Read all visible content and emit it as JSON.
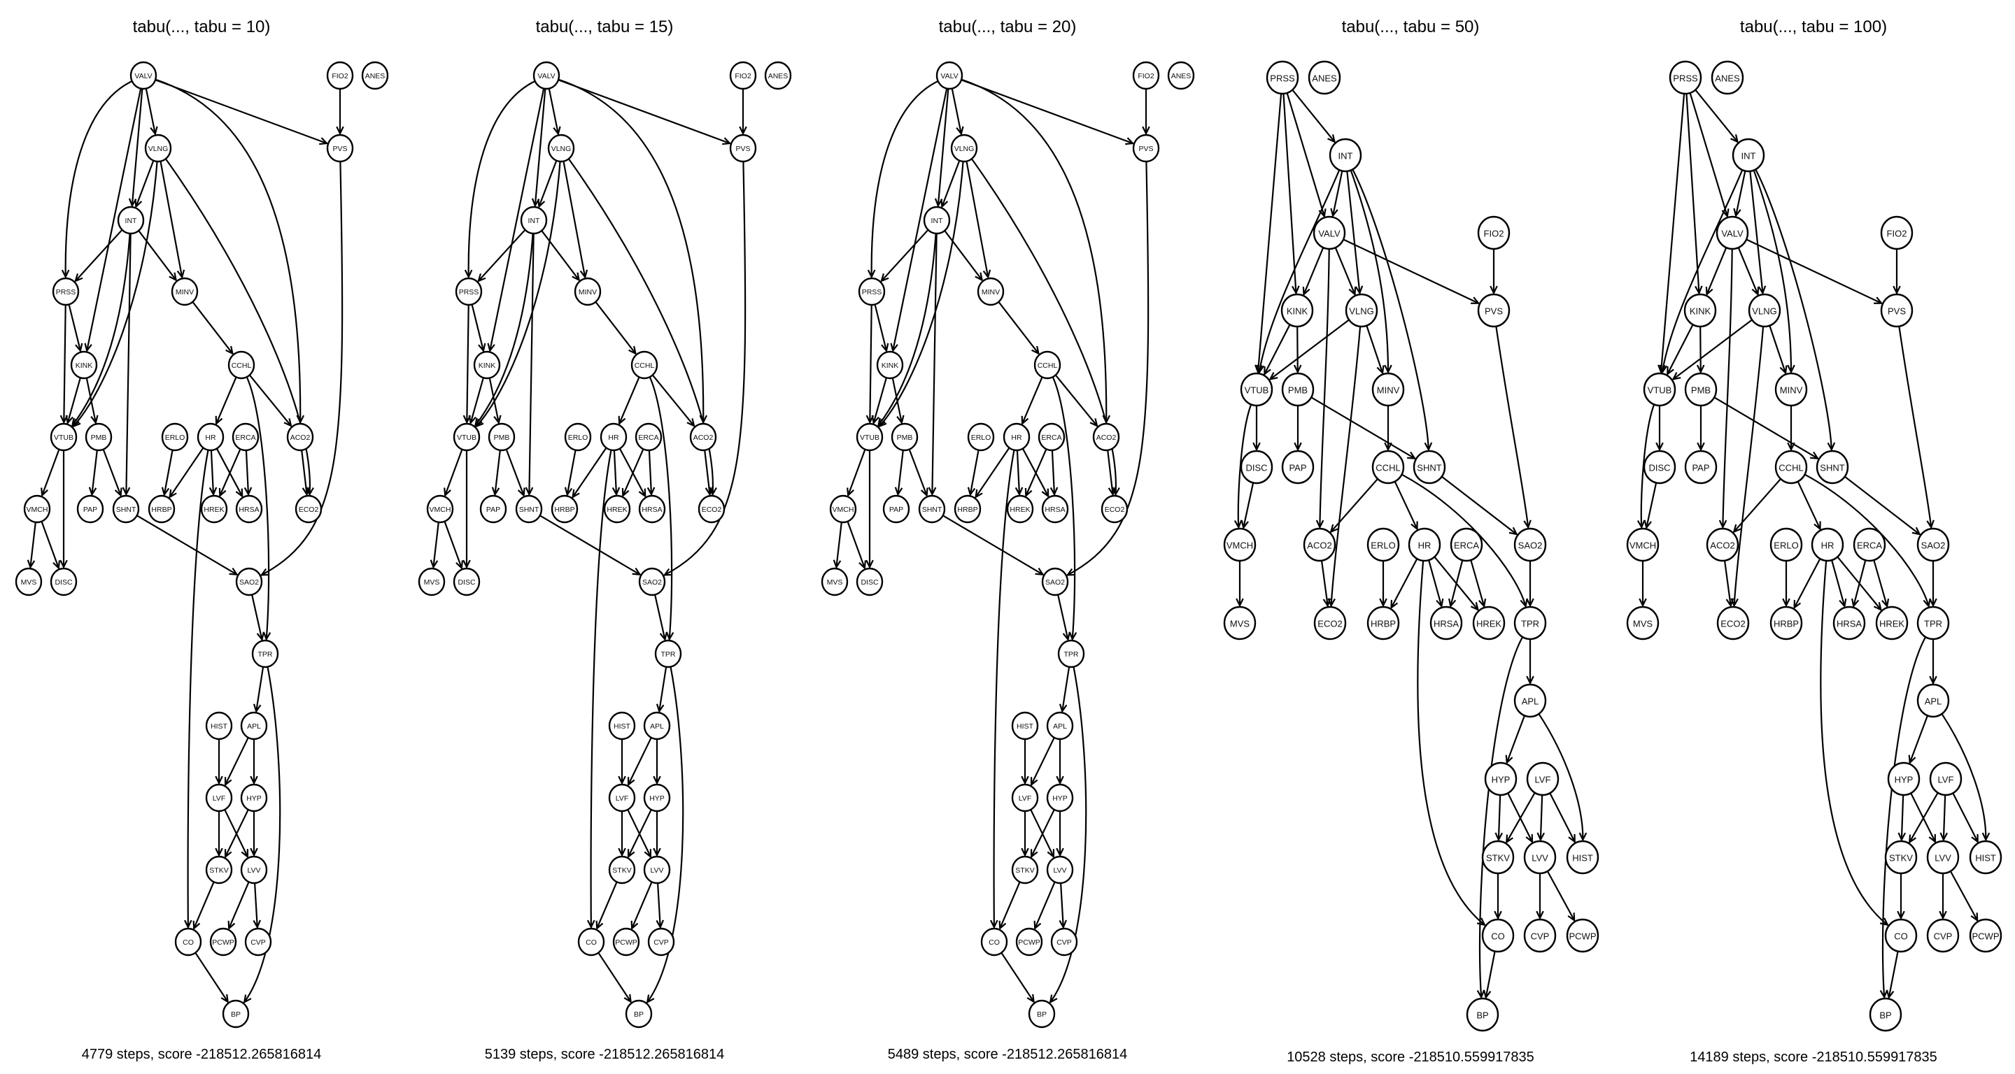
{
  "figure": {
    "description": "Bayesian network structures learned with tabu search for different tabu list lengths",
    "panels": [
      {
        "id": "tabu-10",
        "title": "tabu(..., tabu = 10)",
        "caption": "4779 steps, score -218512.265816814",
        "steps": 4779,
        "score": "-218512.265816814",
        "tabu": 10,
        "structure": "A"
      },
      {
        "id": "tabu-15",
        "title": "tabu(..., tabu = 15)",
        "caption": "5139 steps, score -218512.265816814",
        "steps": 5139,
        "score": "-218512.265816814",
        "tabu": 15,
        "structure": "A"
      },
      {
        "id": "tabu-20",
        "title": "tabu(..., tabu = 20)",
        "caption": "5489 steps, score -218512.265816814",
        "steps": 5489,
        "score": "-218512.265816814",
        "tabu": 20,
        "structure": "A"
      },
      {
        "id": "tabu-50",
        "title": "tabu(..., tabu = 50)",
        "caption": "10528 steps, score -218510.559917835",
        "steps": 10528,
        "score": "-218510.559917835",
        "tabu": 50,
        "structure": "B"
      },
      {
        "id": "tabu-100",
        "title": "tabu(..., tabu = 100)",
        "caption": "14189 steps, score -218510.559917835",
        "steps": 14189,
        "score": "-218510.559917835",
        "tabu": 100,
        "structure": "B"
      }
    ],
    "nodes": [
      "VALV",
      "FIO2",
      "ANES",
      "VLNG",
      "PVS",
      "INT",
      "PRSS",
      "MINV",
      "KINK",
      "CCHL",
      "VTUB",
      "PMB",
      "ERLO",
      "HR",
      "ERCA",
      "ACO2",
      "VMCH",
      "PAP",
      "SHNT",
      "HRBP",
      "HREK",
      "HRSA",
      "ECO2",
      "MVS",
      "DISC",
      "SAO2",
      "TPR",
      "HIST",
      "APL",
      "LVF",
      "HYP",
      "STKV",
      "LVV",
      "CO",
      "PCWP",
      "CVP",
      "BP"
    ],
    "structures": {
      "A": {
        "edges": [
          [
            "VALV",
            "PRSS"
          ],
          [
            "VALV",
            "KINK"
          ],
          [
            "VALV",
            "INT"
          ],
          [
            "VALV",
            "VLNG"
          ],
          [
            "VALV",
            "PVS"
          ],
          [
            "VALV",
            "ACO2"
          ],
          [
            "VLNG",
            "INT"
          ],
          [
            "VLNG",
            "VTUB"
          ],
          [
            "VLNG",
            "MINV"
          ],
          [
            "VLNG",
            "ECO2"
          ],
          [
            "INT",
            "PRSS"
          ],
          [
            "INT",
            "MINV"
          ],
          [
            "INT",
            "VTUB"
          ],
          [
            "INT",
            "SHNT"
          ],
          [
            "PRSS",
            "VTUB"
          ],
          [
            "PRSS",
            "KINK"
          ],
          [
            "KINK",
            "VTUB"
          ],
          [
            "KINK",
            "PMB"
          ],
          [
            "MINV",
            "CCHL"
          ],
          [
            "CCHL",
            "HR"
          ],
          [
            "CCHL",
            "ACO2"
          ],
          [
            "CCHL",
            "TPR"
          ],
          [
            "VTUB",
            "VMCH"
          ],
          [
            "VTUB",
            "DISC"
          ],
          [
            "PMB",
            "PAP"
          ],
          [
            "PMB",
            "SHNT"
          ],
          [
            "ERLO",
            "HRBP"
          ],
          [
            "HR",
            "HRBP"
          ],
          [
            "HR",
            "HREK"
          ],
          [
            "HR",
            "HRSA"
          ],
          [
            "HR",
            "CO"
          ],
          [
            "ERCA",
            "HREK"
          ],
          [
            "ERCA",
            "HRSA"
          ],
          [
            "ACO2",
            "ECO2"
          ],
          [
            "VMCH",
            "MVS"
          ],
          [
            "VMCH",
            "DISC"
          ],
          [
            "SHNT",
            "SAO2"
          ],
          [
            "PVS",
            "SAO2"
          ],
          [
            "FIO2",
            "PVS"
          ],
          [
            "SAO2",
            "TPR"
          ],
          [
            "TPR",
            "APL"
          ],
          [
            "TPR",
            "BP"
          ],
          [
            "HIST",
            "LVF"
          ],
          [
            "APL",
            "LVF"
          ],
          [
            "APL",
            "HYP"
          ],
          [
            "LVF",
            "STKV"
          ],
          [
            "LVF",
            "LVV"
          ],
          [
            "HYP",
            "STKV"
          ],
          [
            "HYP",
            "LVV"
          ],
          [
            "STKV",
            "CO"
          ],
          [
            "LVV",
            "PCWP"
          ],
          [
            "LVV",
            "CVP"
          ],
          [
            "CO",
            "BP"
          ]
        ]
      },
      "B": {
        "edges": [
          [
            "PRSS",
            "INT"
          ],
          [
            "PRSS",
            "VALV"
          ],
          [
            "PRSS",
            "KINK"
          ],
          [
            "PRSS",
            "VTUB"
          ],
          [
            "INT",
            "VALV"
          ],
          [
            "INT",
            "VTUB"
          ],
          [
            "INT",
            "VLNG"
          ],
          [
            "INT",
            "MINV"
          ],
          [
            "INT",
            "SHNT"
          ],
          [
            "VALV",
            "KINK"
          ],
          [
            "VALV",
            "VLNG"
          ],
          [
            "VALV",
            "PVS"
          ],
          [
            "VALV",
            "ACO2"
          ],
          [
            "KINK",
            "VTUB"
          ],
          [
            "KINK",
            "PMB"
          ],
          [
            "VLNG",
            "VTUB"
          ],
          [
            "VLNG",
            "MINV"
          ],
          [
            "VLNG",
            "ECO2"
          ],
          [
            "FIO2",
            "PVS"
          ],
          [
            "VTUB",
            "DISC"
          ],
          [
            "VTUB",
            "VMCH"
          ],
          [
            "DISC",
            "VMCH"
          ],
          [
            "PMB",
            "PAP"
          ],
          [
            "PMB",
            "SHNT"
          ],
          [
            "MINV",
            "CCHL"
          ],
          [
            "CCHL",
            "ACO2"
          ],
          [
            "CCHL",
            "HR"
          ],
          [
            "CCHL",
            "TPR"
          ],
          [
            "SHNT",
            "SAO2"
          ],
          [
            "PVS",
            "SAO2"
          ],
          [
            "VMCH",
            "MVS"
          ],
          [
            "ACO2",
            "ECO2"
          ],
          [
            "ERLO",
            "HRBP"
          ],
          [
            "HR",
            "HRBP"
          ],
          [
            "HR",
            "HRSA"
          ],
          [
            "HR",
            "HREK"
          ],
          [
            "HR",
            "CO"
          ],
          [
            "ERCA",
            "HRSA"
          ],
          [
            "ERCA",
            "HREK"
          ],
          [
            "SAO2",
            "TPR"
          ],
          [
            "TPR",
            "APL"
          ],
          [
            "TPR",
            "BP"
          ],
          [
            "APL",
            "HYP"
          ],
          [
            "APL",
            "HIST"
          ],
          [
            "HYP",
            "STKV"
          ],
          [
            "HYP",
            "LVV"
          ],
          [
            "LVF",
            "STKV"
          ],
          [
            "LVF",
            "LVV"
          ],
          [
            "LVF",
            "HIST"
          ],
          [
            "STKV",
            "CO"
          ],
          [
            "LVV",
            "CVP"
          ],
          [
            "LVV",
            "PCWP"
          ],
          [
            "CO",
            "BP"
          ]
        ]
      }
    }
  }
}
